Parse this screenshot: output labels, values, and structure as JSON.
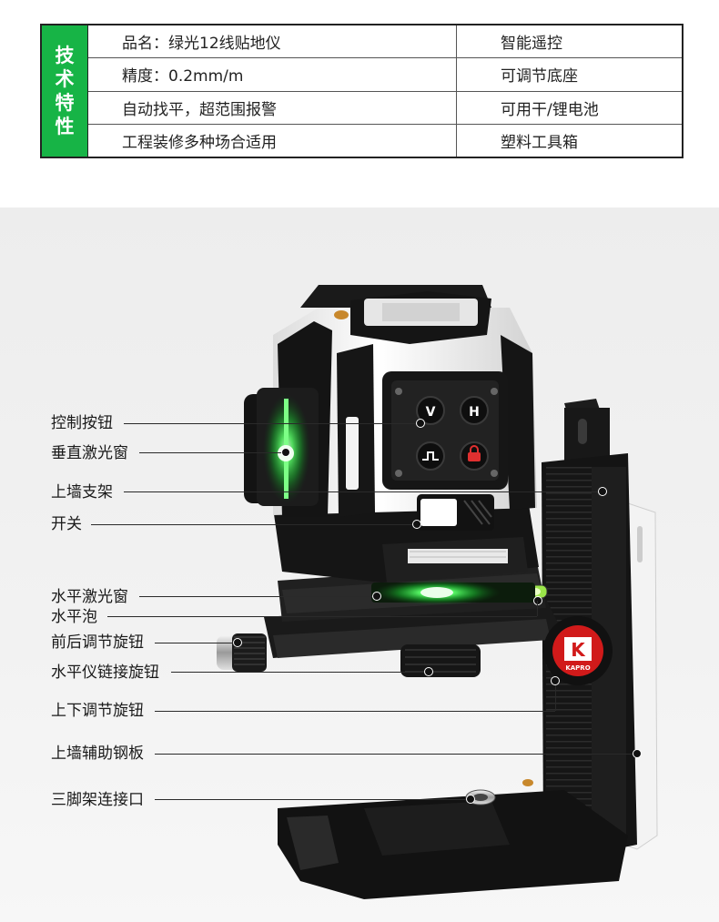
{
  "spec_table": {
    "tag": [
      "技",
      "术",
      "特",
      "性"
    ],
    "rows": [
      [
        "品名：绿光12线贴地仪",
        "智能遥控"
      ],
      [
        "精度：0.2mm/m",
        "可调节底座"
      ],
      [
        "自动找平，超范围报警",
        "可用干/锂电池"
      ],
      [
        "工程装修多种场合适用",
        "塑料工具箱"
      ]
    ],
    "accent_color": "#17b446"
  },
  "product_photo": {
    "buttons": [
      "V",
      "H"
    ],
    "brand_badge": "K",
    "brand_text": "KAPRO"
  },
  "callouts": [
    "控制按钮",
    "垂直激光窗",
    "上墙支架",
    "开关",
    "水平激光窗",
    "水平泡",
    "前后调节旋钮",
    "水平仪链接旋钮",
    "上下调节旋钮",
    "上墙辅助钢板",
    "三脚架连接口"
  ]
}
